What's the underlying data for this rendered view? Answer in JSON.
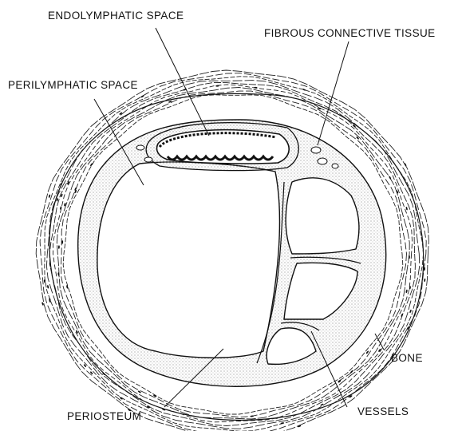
{
  "labels": {
    "endolymphatic_space": "ENDOLYMPHATIC SPACE",
    "fibrous_connective_tissue": "FIBROUS CONNECTIVE TISSUE",
    "perilymphatic_space": "PERILYMPHATIC SPACE",
    "bone": "BONE",
    "vessels": "VESSELS",
    "periosteum": "PERIOSTEUM"
  },
  "colors": {
    "ink": "#111111",
    "stipple": "#9a9a9a",
    "paper": "#ffffff"
  }
}
